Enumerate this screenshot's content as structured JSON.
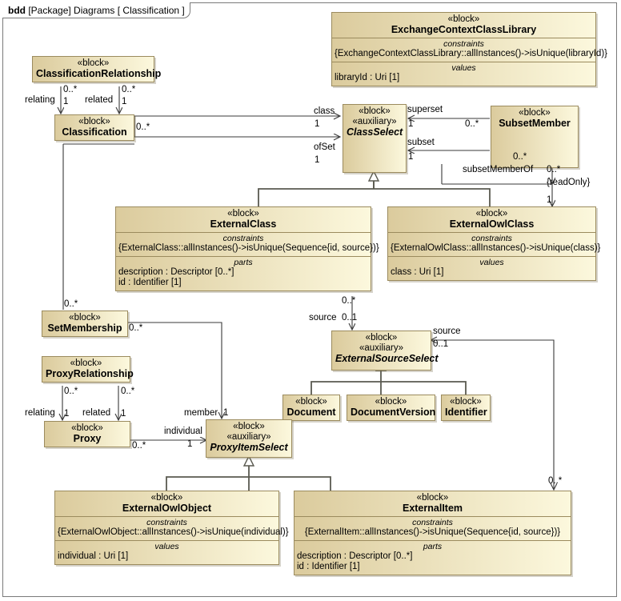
{
  "diagram": {
    "kind": "bdd",
    "frame_label_prefix": "bdd",
    "frame_label_scope": "[Package] Diagrams",
    "frame_label_name": "[ Classification ]",
    "colors": {
      "block_fill_left": "#dbcb9d",
      "block_fill_right": "#fcf8dd",
      "block_border": "#9b8b5e",
      "line": "#3a3a3a",
      "generalization": "#5a5a50",
      "frame_border": "#7a7a7a",
      "background": "#ffffff",
      "property_type_text": "#6b6b6b"
    }
  },
  "blocks": {
    "classification_relationship": {
      "stereotype": "«block»",
      "name": "ClassificationRelationship"
    },
    "classification": {
      "stereotype": "«block»",
      "name": "Classification"
    },
    "exchange_context_class_library": {
      "stereotype": "«block»",
      "name": "ExchangeContextClassLibrary",
      "constraints_title": "constraints",
      "constraints": [
        "{ExchangeContextClassLibrary::allInstances()->isUnique(libraryId)}"
      ],
      "values_title": "values",
      "values": [
        "libraryId : Uri [1]"
      ]
    },
    "class_select": {
      "stereotype": "«block»",
      "stereotype2": "«auxiliary»",
      "name": "ClassSelect"
    },
    "subset_member": {
      "stereotype": "«block»",
      "name": "SubsetMember"
    },
    "external_class": {
      "stereotype": "«block»",
      "name": "ExternalClass",
      "constraints_title": "constraints",
      "constraints": [
        "{ExternalClass::allInstances()->isUnique(Sequence{id, source})}"
      ],
      "parts_title": "parts",
      "parts": [
        "description : Descriptor [0..*]",
        "id : Identifier [1]"
      ]
    },
    "external_owl_class": {
      "stereotype": "«block»",
      "name": "ExternalOwlClass",
      "constraints_title": "constraints",
      "constraints": [
        "{ExternalOwlClass::allInstances()->isUnique(class)}"
      ],
      "values_title": "values",
      "values": [
        "class : Uri [1]"
      ]
    },
    "set_membership": {
      "stereotype": "«block»",
      "name": "SetMembership"
    },
    "proxy_relationship": {
      "stereotype": "«block»",
      "name": "ProxyRelationship"
    },
    "proxy": {
      "stereotype": "«block»",
      "name": "Proxy"
    },
    "external_source_select": {
      "stereotype": "«block»",
      "stereotype2": "«auxiliary»",
      "name": "ExternalSourceSelect"
    },
    "document": {
      "stereotype": "«block»",
      "name": "Document"
    },
    "document_version": {
      "stereotype": "«block»",
      "name": "DocumentVersion"
    },
    "identifier": {
      "stereotype": "«block»",
      "name": "Identifier"
    },
    "proxy_item_select": {
      "stereotype": "«block»",
      "stereotype2": "«auxiliary»",
      "name": "ProxyItemSelect"
    },
    "external_owl_object": {
      "stereotype": "«block»",
      "name": "ExternalOwlObject",
      "constraints_title": "constraints",
      "constraints": [
        "{ExternalOwlObject::allInstances()->isUnique(individual)}"
      ],
      "values_title": "values",
      "values": [
        "individual : Uri [1]"
      ]
    },
    "external_item": {
      "stereotype": "«block»",
      "name": "ExternalItem",
      "constraints_title": "constraints",
      "constraints": [
        "{ExternalItem::allInstances()->isUnique(Sequence{id, source})}"
      ],
      "parts_title": "parts",
      "parts": [
        "description : Descriptor [0..*]",
        "id : Identifier [1]"
      ]
    }
  },
  "connector_labels": {
    "relating_top": "relating",
    "relating_top_mult_src": "0..*",
    "relating_top_mult_dst": "1",
    "related_top": "related",
    "related_top_mult_src": "0..*",
    "related_top_mult_dst": "1",
    "classification_out_mult": "0..*",
    "class_role": "class",
    "class_mult": "1",
    "ofset_role": "ofSet",
    "ofset_mult": "1",
    "superset_role": "superset",
    "superset_mult_near": "1",
    "superset_mult_far": "0..*",
    "subset_role": "subset",
    "subset_mult_near": "1",
    "subset_mult_far": "0..*",
    "subset_member_of_role": "subsetMemberOf",
    "subset_member_of_mult": "0..*",
    "subset_member_of_readonly": "{readOnly}",
    "subset_member_of_mult_one": "1",
    "external_class_source_mult": "0..*",
    "source_role": "source",
    "source_mult": "0..1",
    "source_right_role": "source",
    "source_right_mult": "0..1",
    "external_item_source_mult": "0..*",
    "set_membership_in_mult": "0..*",
    "set_membership_out_mult": "0..*",
    "proxy_relating_role": "relating",
    "proxy_relating_mult_src": "0..*",
    "proxy_relating_mult_dst": "1",
    "proxy_related_role": "related",
    "proxy_related_mult_src": "0..*",
    "proxy_related_mult_dst": "1",
    "member_role": "member",
    "member_mult": "1",
    "individual_role": "individual",
    "individual_mult": "1",
    "proxy_out_mult": "0..*"
  }
}
